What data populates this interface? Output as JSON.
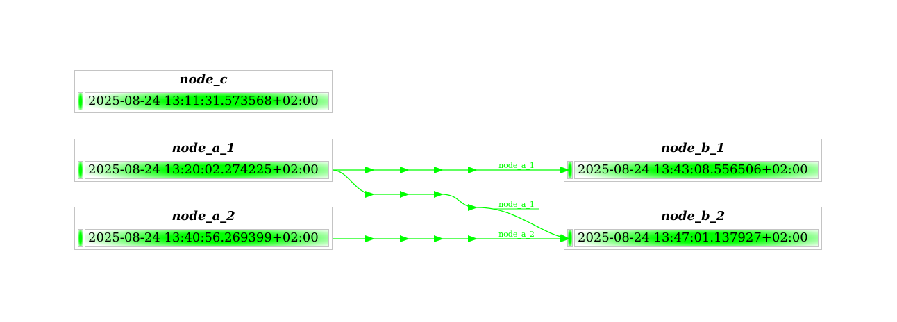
{
  "colors": {
    "accent": "#00ff00",
    "border": "#c4c4c4"
  },
  "nodes": {
    "node_c": {
      "title": "node_c",
      "value": "2025-08-24 13:11:31.573568+02:00"
    },
    "node_a_1": {
      "title": "node_a_1",
      "value": "2025-08-24 13:20:02.274225+02:00"
    },
    "node_a_2": {
      "title": "node_a_2",
      "value": "2025-08-24 13:40:56.269399+02:00"
    },
    "node_b_1": {
      "title": "node_b_1",
      "value": "2025-08-24 13:43:08.556506+02:00"
    },
    "node_b_2": {
      "title": "node_b_2",
      "value": "2025-08-24 13:47:01.137927+02:00"
    }
  },
  "edges": {
    "a1_b1": {
      "label": "node_a_1"
    },
    "a1_b2": {
      "label": "node_a_1"
    },
    "a2_b2": {
      "label": "node_a_2"
    }
  }
}
